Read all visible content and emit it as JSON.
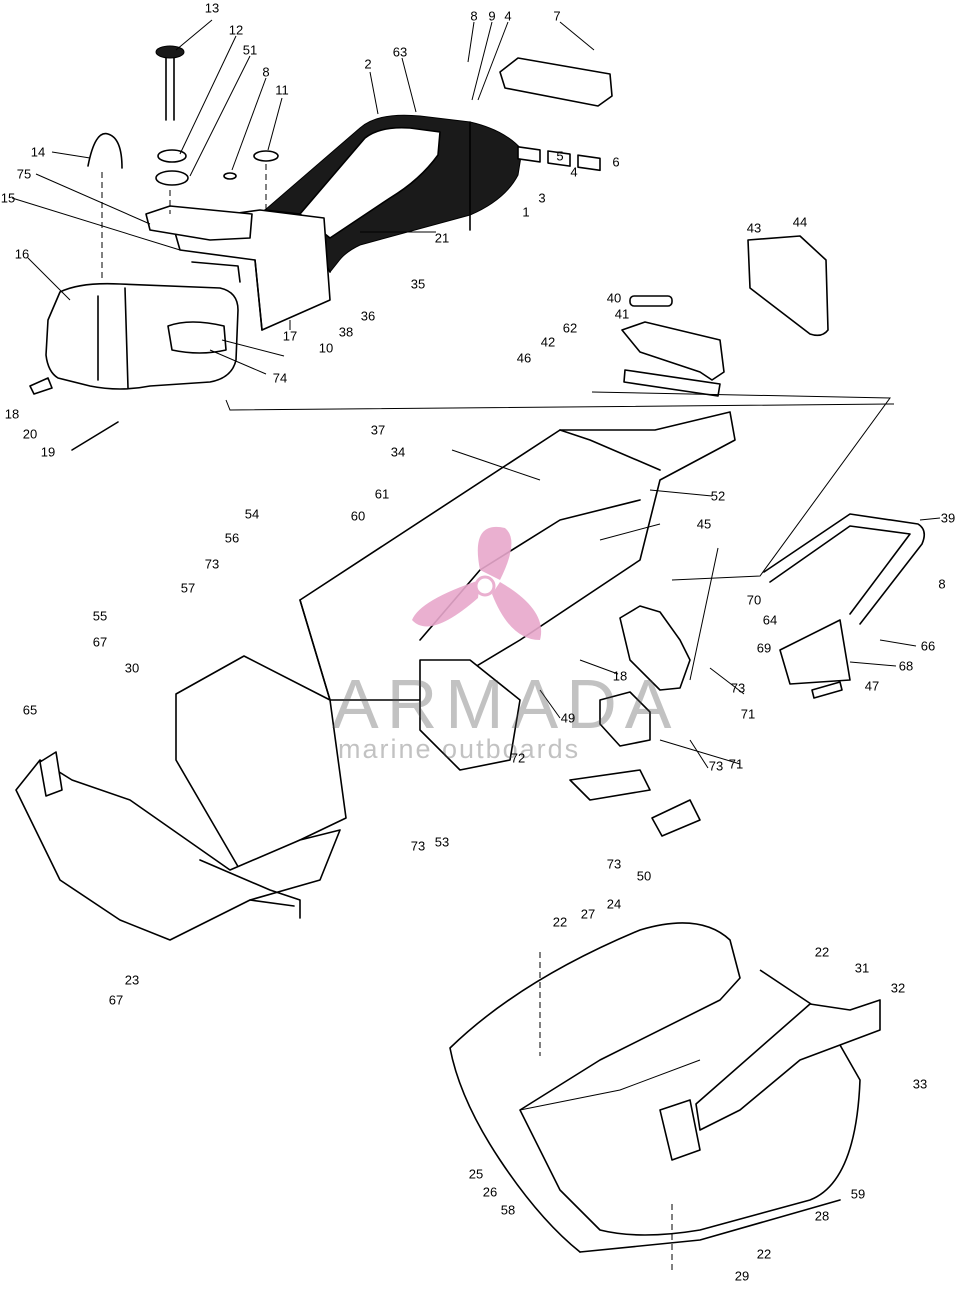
{
  "watermark": {
    "brand": "ARMADA",
    "tagline": "marine outboards",
    "logo_color": "#e8a8cc"
  },
  "callouts": [
    {
      "id": "c13",
      "label": "13"
    },
    {
      "id": "c12",
      "label": "12"
    },
    {
      "id": "c51",
      "label": "51"
    },
    {
      "id": "c8a",
      "label": "8"
    },
    {
      "id": "c11",
      "label": "11"
    },
    {
      "id": "c2",
      "label": "2"
    },
    {
      "id": "c63",
      "label": "63"
    },
    {
      "id": "c8b",
      "label": "8"
    },
    {
      "id": "c9",
      "label": "9"
    },
    {
      "id": "c4a",
      "label": "4"
    },
    {
      "id": "c7",
      "label": "7"
    },
    {
      "id": "c14",
      "label": "14"
    },
    {
      "id": "c75",
      "label": "75"
    },
    {
      "id": "c15",
      "label": "15"
    },
    {
      "id": "c16",
      "label": "16"
    },
    {
      "id": "c5",
      "label": "5"
    },
    {
      "id": "c4b",
      "label": "4"
    },
    {
      "id": "c6",
      "label": "6"
    },
    {
      "id": "c3",
      "label": "3"
    },
    {
      "id": "c1",
      "label": "1"
    },
    {
      "id": "c21",
      "label": "21"
    },
    {
      "id": "c43",
      "label": "43"
    },
    {
      "id": "c44",
      "label": "44"
    },
    {
      "id": "c35",
      "label": "35"
    },
    {
      "id": "c40",
      "label": "40"
    },
    {
      "id": "c36",
      "label": "36"
    },
    {
      "id": "c38",
      "label": "38"
    },
    {
      "id": "c41",
      "label": "41"
    },
    {
      "id": "c17",
      "label": "17"
    },
    {
      "id": "c10",
      "label": "10"
    },
    {
      "id": "c74",
      "label": "74"
    },
    {
      "id": "c62",
      "label": "62"
    },
    {
      "id": "c18",
      "label": "18"
    },
    {
      "id": "c42",
      "label": "42"
    },
    {
      "id": "c46",
      "label": "46"
    },
    {
      "id": "c37",
      "label": "37"
    },
    {
      "id": "c20",
      "label": "20"
    },
    {
      "id": "c19",
      "label": "19"
    },
    {
      "id": "c34",
      "label": "34"
    },
    {
      "id": "c52",
      "label": "52"
    },
    {
      "id": "c61",
      "label": "61"
    },
    {
      "id": "c54",
      "label": "54"
    },
    {
      "id": "c39",
      "label": "39"
    },
    {
      "id": "c60",
      "label": "60"
    },
    {
      "id": "c45",
      "label": "45"
    },
    {
      "id": "c56",
      "label": "56"
    },
    {
      "id": "c73a",
      "label": "73"
    },
    {
      "id": "c57",
      "label": "57"
    },
    {
      "id": "c8c",
      "label": "8"
    },
    {
      "id": "c70",
      "label": "70"
    },
    {
      "id": "c64",
      "label": "64"
    },
    {
      "id": "c55",
      "label": "55"
    },
    {
      "id": "c66",
      "label": "66"
    },
    {
      "id": "c69",
      "label": "69"
    },
    {
      "id": "c68",
      "label": "68"
    },
    {
      "id": "c67a",
      "label": "67"
    },
    {
      "id": "c30",
      "label": "30"
    },
    {
      "id": "c73b",
      "label": "73"
    },
    {
      "id": "c47",
      "label": "47"
    },
    {
      "id": "c65",
      "label": "65"
    },
    {
      "id": "c18b",
      "label": "18"
    },
    {
      "id": "c71a",
      "label": "71"
    },
    {
      "id": "c49",
      "label": "49"
    },
    {
      "id": "c73c",
      "label": "73"
    },
    {
      "id": "c72",
      "label": "72"
    },
    {
      "id": "c71b",
      "label": "71"
    },
    {
      "id": "c73d",
      "label": "73"
    },
    {
      "id": "c53",
      "label": "53"
    },
    {
      "id": "c73e",
      "label": "73"
    },
    {
      "id": "c50",
      "label": "50"
    },
    {
      "id": "c22a",
      "label": "22"
    },
    {
      "id": "c27",
      "label": "27"
    },
    {
      "id": "c24",
      "label": "24"
    },
    {
      "id": "c22b",
      "label": "22"
    },
    {
      "id": "c23",
      "label": "23"
    },
    {
      "id": "c67b",
      "label": "67"
    },
    {
      "id": "c31",
      "label": "31"
    },
    {
      "id": "c32",
      "label": "32"
    },
    {
      "id": "c33",
      "label": "33"
    },
    {
      "id": "c25",
      "label": "25"
    },
    {
      "id": "c26",
      "label": "26"
    },
    {
      "id": "c59",
      "label": "59"
    },
    {
      "id": "c58",
      "label": "58"
    },
    {
      "id": "c28",
      "label": "28"
    },
    {
      "id": "c22c",
      "label": "22"
    },
    {
      "id": "c29",
      "label": "29"
    }
  ]
}
